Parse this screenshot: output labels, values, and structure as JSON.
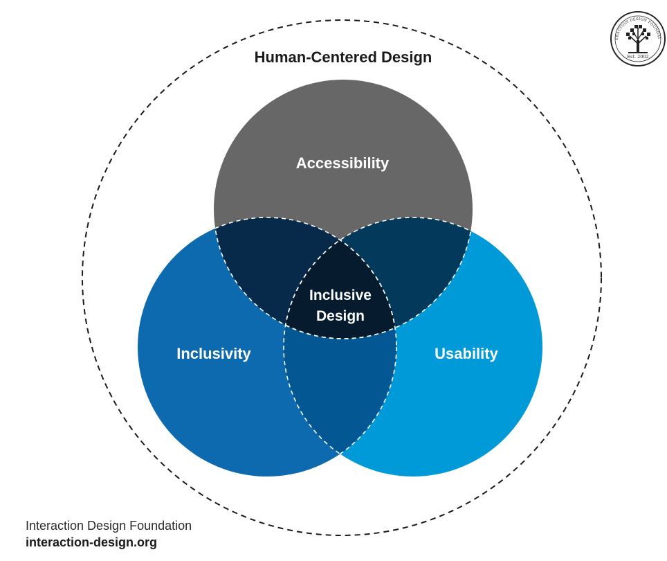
{
  "diagram": {
    "outer_label": "Human-Centered Design",
    "circles": {
      "accessibility": {
        "label": "Accessibility",
        "color": "#676767"
      },
      "inclusivity": {
        "label": "Inclusivity",
        "color": "#0e6aaf"
      },
      "usability": {
        "label": "Usability",
        "color": "#009ad9"
      }
    },
    "overlaps": {
      "accessibility_inclusivity": {
        "color": "#072a4a"
      },
      "accessibility_usability": {
        "color": "#033a5c"
      },
      "inclusivity_usability": {
        "color": "#035893"
      },
      "center": {
        "line1": "Inclusive",
        "line2": "Design",
        "color": "#061c2e"
      }
    }
  },
  "logo": {
    "ring_text": "INTERACTION DESIGN FOUNDATION",
    "established": "Est. 2002",
    "icon": "tree-icon"
  },
  "footer": {
    "org_name": "Interaction Design Foundation",
    "org_url": "interaction-design.org"
  }
}
